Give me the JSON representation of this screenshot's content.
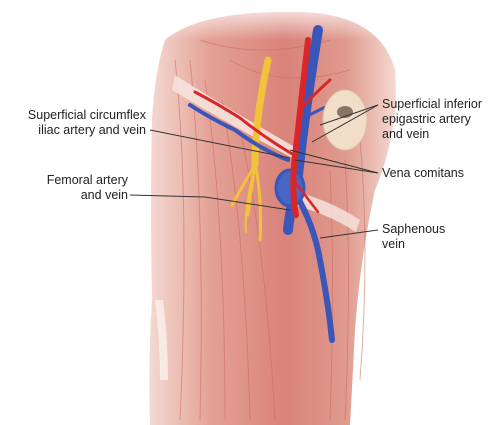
{
  "labels": {
    "superficial_circumflex": "Superficial circumflex\niliac artery and vein",
    "femoral": "Femoral artery\nand vein",
    "superficial_inferior_epigastric": "Superficial inferior\nepigastric artery\nand vein",
    "vena_comitans": "Vena comitans",
    "saphenous": "Saphenous\nvein"
  },
  "colors": {
    "artery": "#d8262b",
    "vein": "#3a56b8",
    "nerve": "#f2c23a",
    "muscle": "#d9837a",
    "fascia": "#f3d6cf",
    "leader_line": "#333333"
  }
}
